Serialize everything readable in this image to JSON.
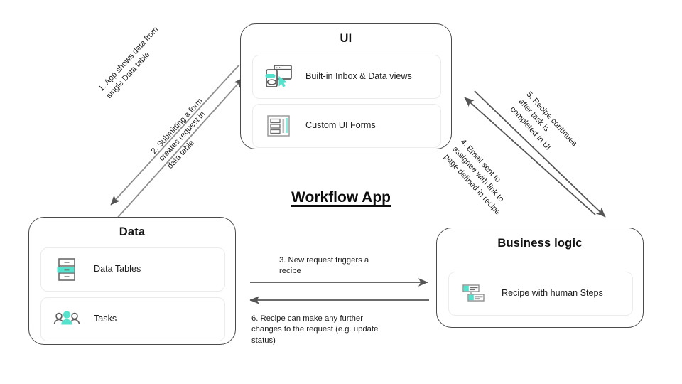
{
  "diagram": {
    "title": "Workflow App",
    "accent_color": "#54e2cd",
    "line_color": "#555555",
    "box_border_color": "#4a4a4a"
  },
  "groups": [
    {
      "key": "ui",
      "title": "UI",
      "items": [
        {
          "label": "Built-in Inbox & Data views",
          "icon": "browser-mobile-cursor-icon"
        },
        {
          "label": "Custom UI Forms",
          "icon": "form-layout-icon"
        }
      ]
    },
    {
      "key": "data",
      "title": "Data",
      "items": [
        {
          "label": "Data Tables",
          "icon": "file-cabinet-icon"
        },
        {
          "label": "Tasks",
          "icon": "people-group-icon"
        }
      ]
    },
    {
      "key": "business_logic",
      "title": "Business logic",
      "items": [
        {
          "label": "Recipe with human Steps",
          "icon": "recipe-steps-icon"
        }
      ]
    }
  ],
  "flows": [
    {
      "number": "1",
      "text": "1. App shows data from\nsingle Data table",
      "from": "ui",
      "to": "data",
      "side": "left"
    },
    {
      "number": "2",
      "text": "2. Submitting a form\ncreates request in\ndata table",
      "from": "data",
      "to": "ui",
      "side": "left"
    },
    {
      "number": "3",
      "text": "3. New request triggers a\nrecipe",
      "from": "data",
      "to": "business_logic",
      "side": "center"
    },
    {
      "number": "4",
      "text": "4. Email sent to\nassignee with link to\npage defined in recipe",
      "from": "business_logic",
      "to": "ui",
      "side": "right"
    },
    {
      "number": "5",
      "text": "5. Recipe continues\nafter task is\ncompleted in UI",
      "from": "ui",
      "to": "business_logic",
      "side": "right"
    },
    {
      "number": "6",
      "text": "6. Recipe can make any further\nchanges to the request (e.g. update\nstatus)",
      "from": "business_logic",
      "to": "data",
      "side": "center"
    }
  ]
}
